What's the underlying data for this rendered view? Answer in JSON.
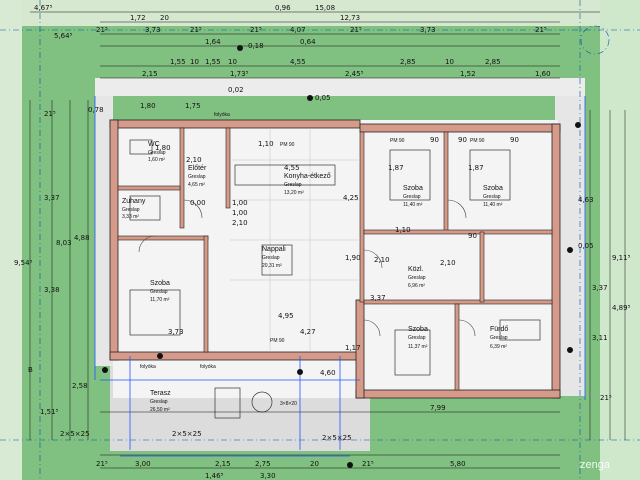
{
  "rooms": [
    {
      "key": "wc",
      "name": "WC",
      "floor": "Greslap",
      "area": "1,60 m²"
    },
    {
      "key": "eloter",
      "name": "Előtér",
      "floor": "Greslap",
      "area": "4,65 m²"
    },
    {
      "key": "zuhany",
      "name": "Zuhany",
      "floor": "Greslap",
      "area": "3,33 m²"
    },
    {
      "key": "konyha",
      "name": "Konyha-étkező",
      "floor": "Greslap",
      "area": "13,20 m²"
    },
    {
      "key": "nappali",
      "name": "Nappali",
      "floor": "Greslap",
      "area": "20,31 m²"
    },
    {
      "key": "szoba_l",
      "name": "Szoba",
      "floor": "Greslap",
      "area": "11,70 m²"
    },
    {
      "key": "szoba_tr1",
      "name": "Szoba",
      "floor": "Greslap",
      "area": "11,40 m²"
    },
    {
      "key": "szoba_tr2",
      "name": "Szoba",
      "floor": "Greslap",
      "area": "11,40 m²"
    },
    {
      "key": "kozl",
      "name": "Közl.",
      "floor": "Greslap",
      "area": "6,96 m²"
    },
    {
      "key": "szoba_br",
      "name": "Szoba",
      "floor": "Greslap",
      "area": "11,37 m²"
    },
    {
      "key": "furdo",
      "name": "Fürdő",
      "floor": "Greslap",
      "area": "6,39 m²"
    },
    {
      "key": "terasz",
      "name": "Terasz",
      "floor": "Greslap",
      "area": "26,50 m²"
    }
  ],
  "labels": {
    "folyoka_top": "folyóka",
    "folyoka_mid": "folyóka",
    "folyoka_bottom": "folyóka",
    "pm_1": "PM 90",
    "pm_2": "PM 90",
    "pm_3": "PM 90",
    "pm_4": "PM 90",
    "beam": "3×8×20",
    "section": "B",
    "watermark": "zenga"
  },
  "dims_top": [
    {
      "text": "4,67⁵"
    },
    {
      "text": "1,72"
    },
    {
      "text": "20"
    },
    {
      "text": "0,96"
    },
    {
      "text": "15,08"
    },
    {
      "text": "12,73"
    },
    {
      "text": "21⁵"
    },
    {
      "text": "21⁵"
    },
    {
      "text": "3,73"
    },
    {
      "text": "21⁵"
    },
    {
      "text": "4,07"
    },
    {
      "text": "21⁵"
    },
    {
      "text": "3,73"
    },
    {
      "text": "21⁵"
    },
    {
      "text": "1,64"
    },
    {
      "text": "0,18"
    },
    {
      "text": "0,64"
    },
    {
      "text": "1,55"
    },
    {
      "text": "10"
    },
    {
      "text": "1,55"
    },
    {
      "text": "10"
    },
    {
      "text": "4,55"
    },
    {
      "text": "2,85"
    },
    {
      "text": "10"
    },
    {
      "text": "2,85"
    },
    {
      "text": "2,15"
    },
    {
      "text": "1,73⁵"
    },
    {
      "text": "2,45⁵"
    },
    {
      "text": "1,52"
    },
    {
      "text": "1,60"
    },
    {
      "text": "0,02"
    },
    {
      "text": "0,05"
    }
  ],
  "dims_inner": [
    {
      "text": "1,80"
    },
    {
      "text": "1,75"
    },
    {
      "text": "2,10"
    },
    {
      "text": "4,55"
    },
    {
      "text": "1,87"
    },
    {
      "text": "90"
    },
    {
      "text": "90"
    },
    {
      "text": "1,87"
    },
    {
      "text": "90"
    },
    {
      "text": "1,00"
    },
    {
      "text": "2,10"
    },
    {
      "text": "1,00"
    },
    {
      "text": "0,00"
    },
    {
      "text": "1,10"
    },
    {
      "text": "4,25"
    },
    {
      "text": "4,95"
    },
    {
      "text": "4,27"
    },
    {
      "text": "3,73"
    },
    {
      "text": "1,80"
    },
    {
      "text": "2,10"
    },
    {
      "text": "1,90"
    },
    {
      "text": "3,37"
    },
    {
      "text": "1,10"
    },
    {
      "text": "4,60"
    },
    {
      "text": "2,10"
    },
    {
      "text": "90"
    },
    {
      "text": "1,17"
    },
    {
      "text": "7,99"
    }
  ],
  "dims_left": [
    {
      "text": "5,64⁵"
    },
    {
      "text": "21⁵"
    },
    {
      "text": "8,03"
    },
    {
      "text": "9,54⁵"
    },
    {
      "text": "3,37"
    },
    {
      "text": "4,88"
    },
    {
      "text": "3,38"
    },
    {
      "text": "1,51⁵"
    },
    {
      "text": "2,58"
    },
    {
      "text": "0,78"
    }
  ],
  "dims_right": [
    {
      "text": "4,63"
    },
    {
      "text": "3,37"
    },
    {
      "text": "9,11⁵"
    },
    {
      "text": "4,89⁵"
    },
    {
      "text": "3,11"
    },
    {
      "text": "21⁵"
    },
    {
      "text": "0,05"
    }
  ],
  "dims_bottom": [
    {
      "text": "2×5×25"
    },
    {
      "text": "2×5×25"
    },
    {
      "text": "2×5×25"
    },
    {
      "text": "3,00"
    },
    {
      "text": "2,15"
    },
    {
      "text": "2,75"
    },
    {
      "text": "20"
    },
    {
      "text": "21⁵"
    },
    {
      "text": "5,80"
    },
    {
      "text": "1,46⁵"
    },
    {
      "text": "3,30"
    },
    {
      "text": "21⁵"
    }
  ]
}
